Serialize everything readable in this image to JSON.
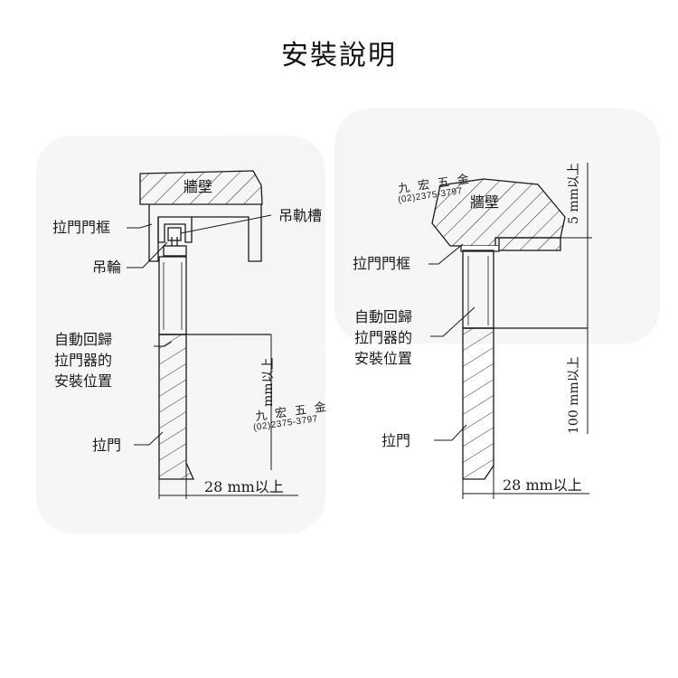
{
  "title": "安裝說明",
  "left_diagram": {
    "wall": "牆壁",
    "frame": "拉門門框",
    "rail_groove": "吊軌槽",
    "hanging_wheel": "吊輪",
    "closer_position": [
      "自動回歸",
      "拉門器的",
      "安裝位置"
    ],
    "sliding_door": "拉門",
    "dim_width": "28 mm以上",
    "dim_height": "mm以上"
  },
  "right_diagram": {
    "wall": "牆壁",
    "frame": "拉門門框",
    "closer_position": [
      "自動回歸",
      "拉門器的",
      "安裝位置"
    ],
    "sliding_door": "拉門",
    "dim_width": "28 mm以上",
    "dim_top": "5 mm以上",
    "dim_height": "100 mm以上"
  },
  "watermark": {
    "name": "九宏五金",
    "phone": "(02)2375-3797"
  },
  "colors": {
    "line": "#1a1a1a",
    "hatch": "#333333",
    "background": "#ffffff"
  }
}
